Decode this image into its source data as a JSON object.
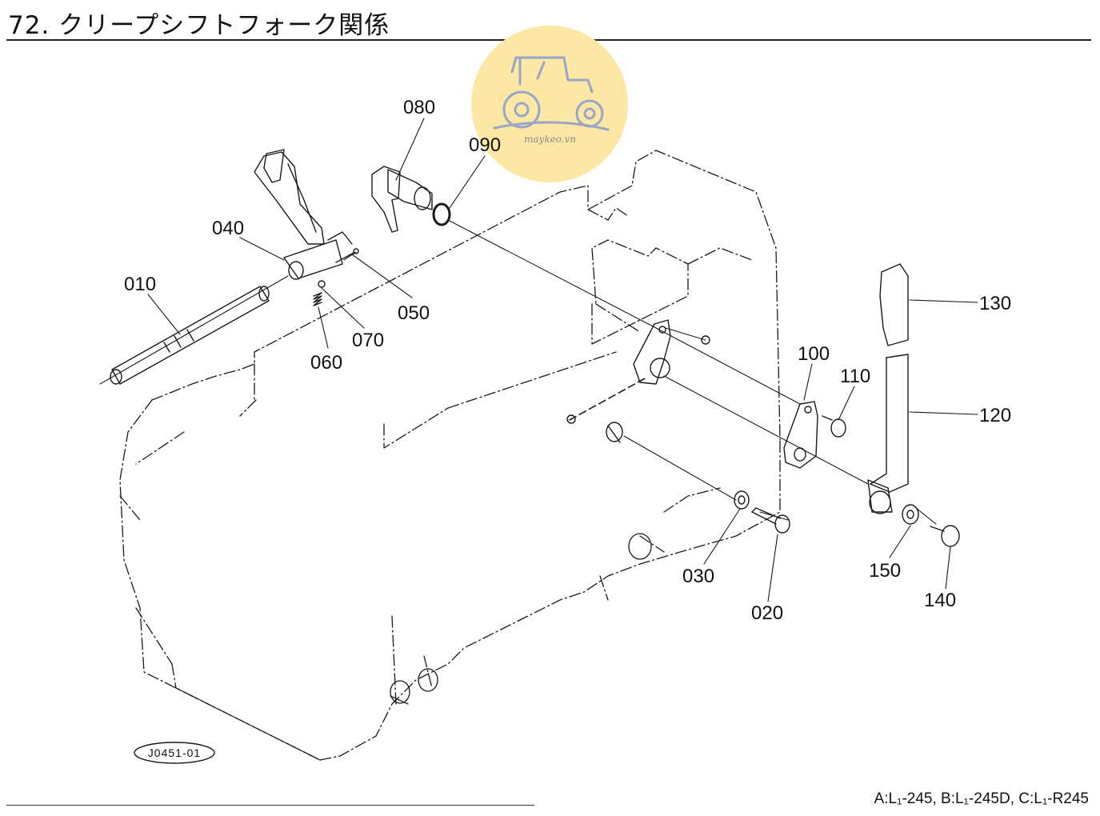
{
  "page_title": "72. クリープシフトフォーク関係",
  "model_note": "A:L₁-245,  B:L₁-245D,  C:L₁-R245",
  "figure_ref": "J0451-01",
  "watermark": {
    "text": "maykeo.vn",
    "color": "#fce7a4",
    "icon": "tractor-icon"
  },
  "part_labels": {
    "p010": "010",
    "p020": "020",
    "p030": "030",
    "p040": "040",
    "p050": "050",
    "p060": "060",
    "p070": "070",
    "p080": "080",
    "p090": "090",
    "p100": "100",
    "p110": "110",
    "p120": "120",
    "p130": "130",
    "p140": "140",
    "p150": "150"
  }
}
